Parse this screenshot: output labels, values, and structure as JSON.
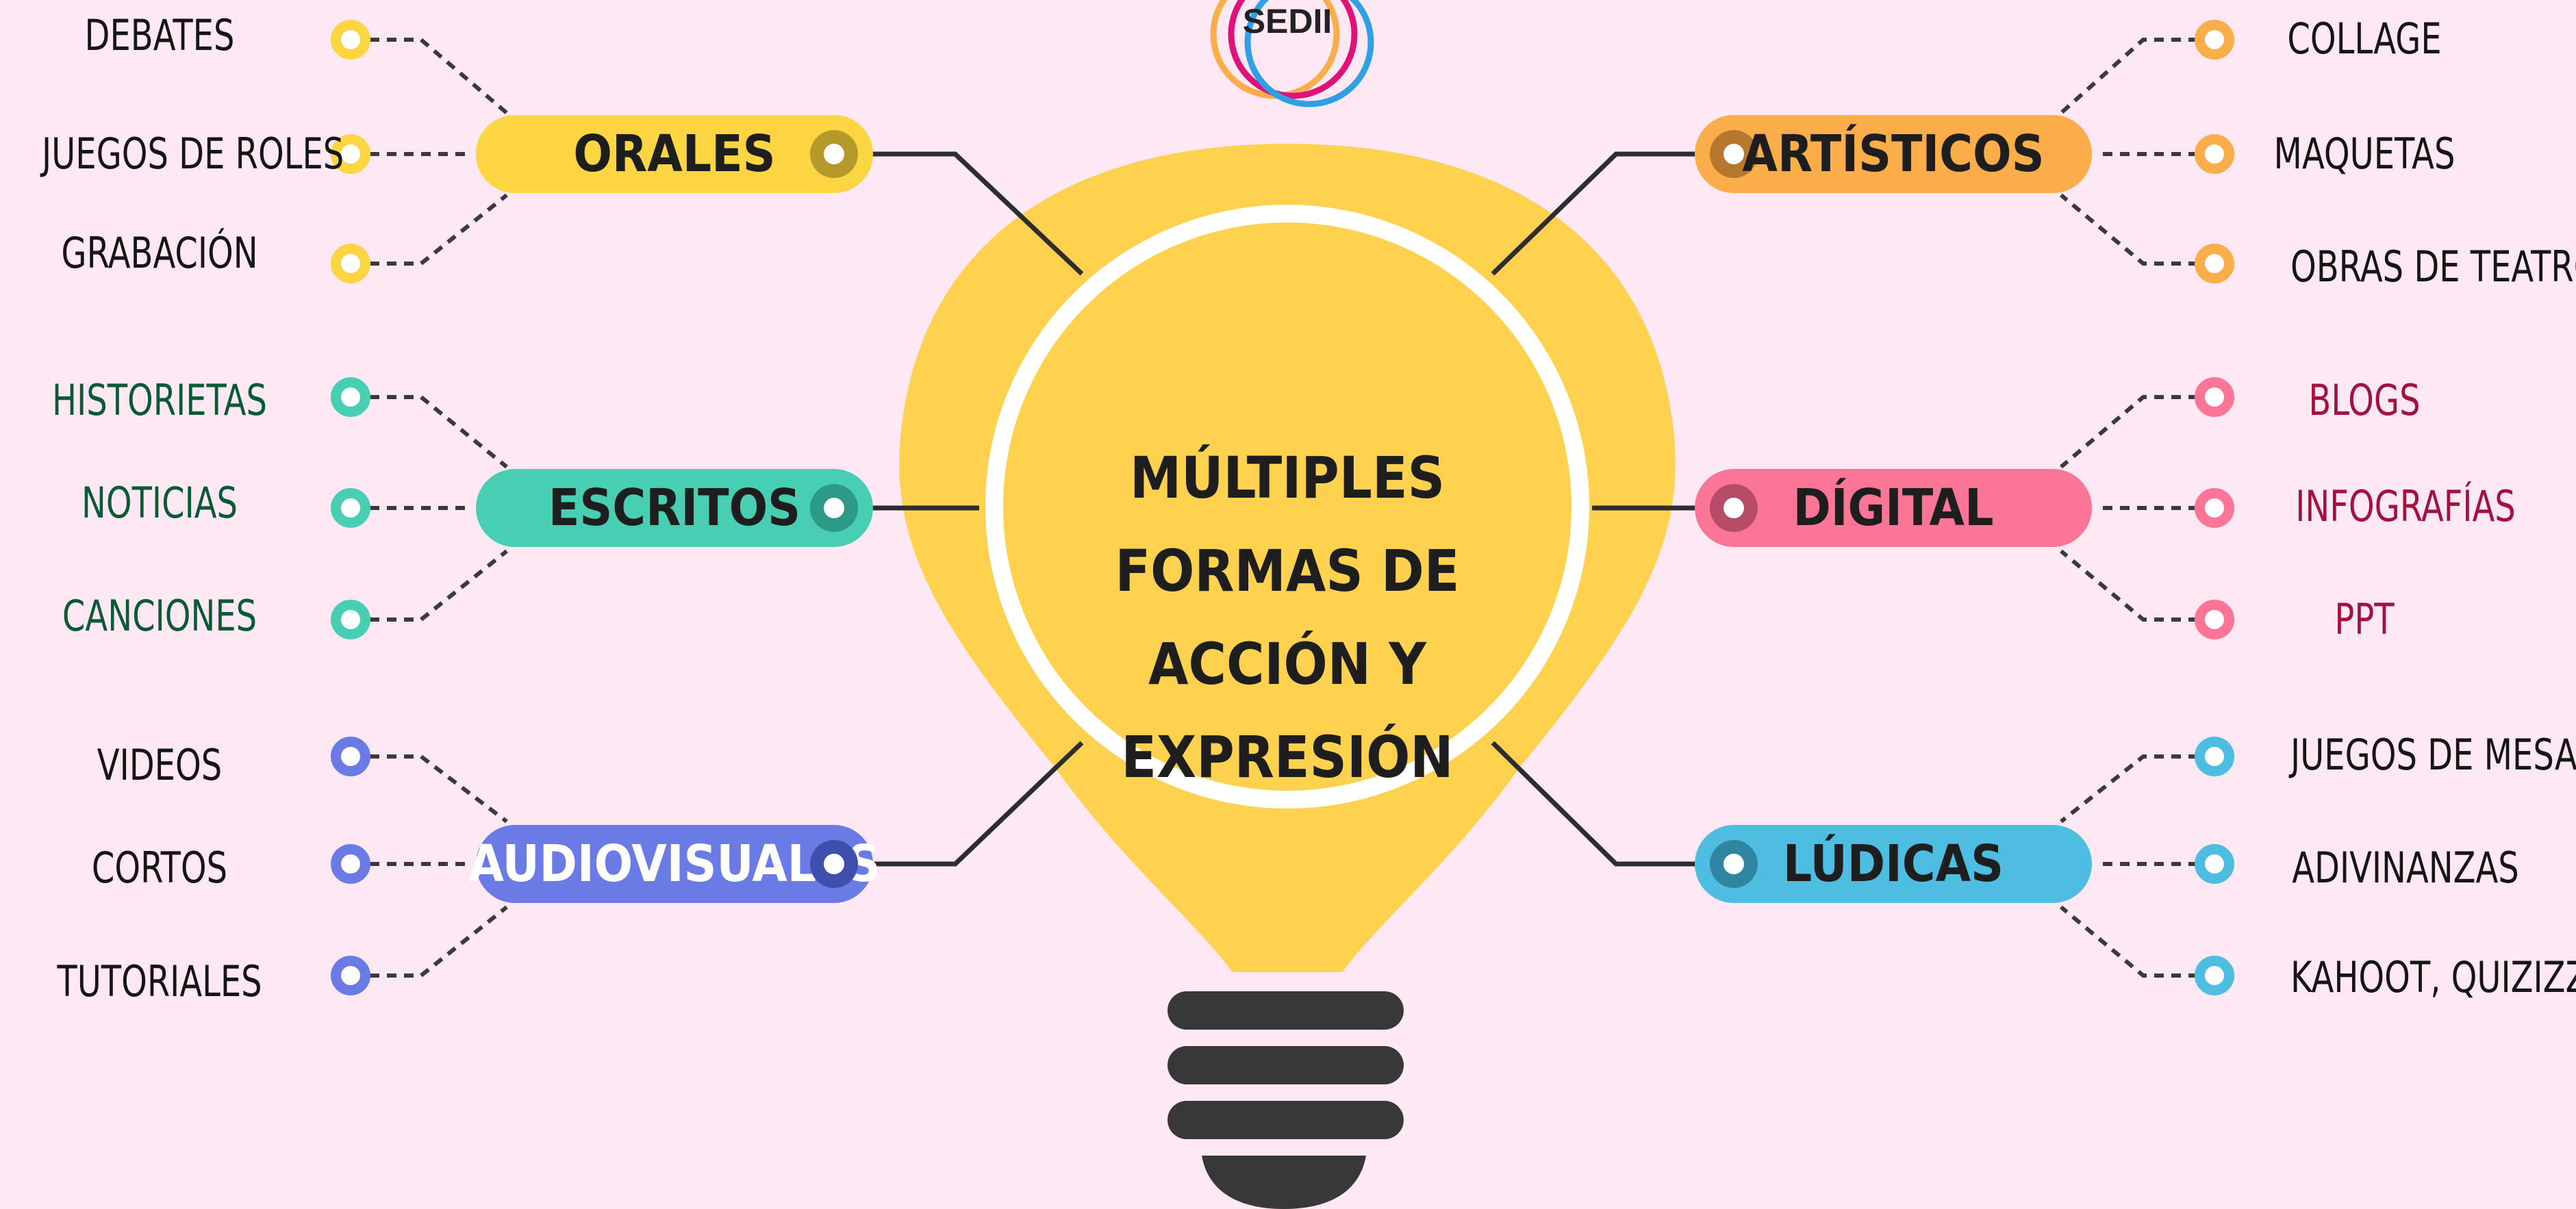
{
  "logo": {
    "text": "SEDII"
  },
  "center": {
    "line1": "MÚLTIPLES FORMAS DE",
    "line2": "ACCIÓN Y EXPRESIÓN"
  },
  "colors": {
    "background": "#fde8f3",
    "bulb": "#fed14f",
    "bulb_base": "#383838",
    "orales": "#fcd642",
    "escritos": "#48cfb3",
    "audiovisuales": "#6a7be6",
    "artisticos": "#fbad4a",
    "digital": "#fb7597",
    "ludicas": "#4ebde2",
    "dark_green": "#0a5a36",
    "dark_pink": "#a3123e"
  },
  "branches": [
    {
      "id": "orales",
      "label": "ORALES",
      "side": "left",
      "items": [
        "DEBATES",
        "JUEGOS DE ROLES",
        "GRABACIÓN"
      ]
    },
    {
      "id": "escritos",
      "label": "ESCRITOS",
      "side": "left",
      "items": [
        "HISTORIETAS",
        "NOTICIAS",
        "CANCIONES"
      ]
    },
    {
      "id": "audiovisuales",
      "label": "AUDIOVISUALES",
      "side": "left",
      "items": [
        "VIDEOS",
        "CORTOS",
        "TUTORIALES"
      ]
    },
    {
      "id": "artisticos",
      "label": "ARTÍSTICOS",
      "side": "right",
      "items": [
        "COLLAGE",
        "MAQUETAS",
        "OBRAS DE TEATRO"
      ]
    },
    {
      "id": "digital",
      "label": "DÍGITAL",
      "side": "right",
      "items": [
        "BLOGS",
        "INFOGRAFÍAS",
        "PPT"
      ]
    },
    {
      "id": "ludicas",
      "label": "LÚDICAS",
      "side": "right",
      "items": [
        "JUEGOS DE MESAS",
        "ADIVINANZAS",
        "KAHOOT, QUIZIZZ"
      ]
    }
  ]
}
